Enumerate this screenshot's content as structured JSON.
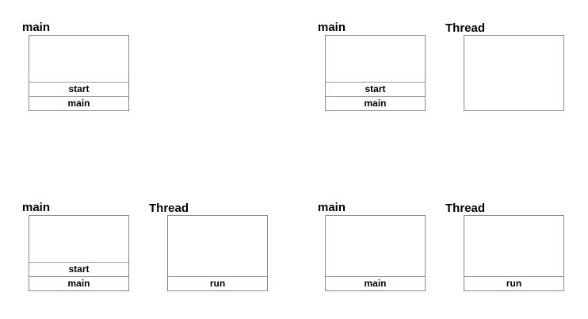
{
  "diagram": {
    "panels": [
      {
        "stacks": [
          {
            "label": "main",
            "frames": [
              "main",
              "start"
            ]
          }
        ]
      },
      {
        "stacks": [
          {
            "label": "main",
            "frames": [
              "main",
              "start"
            ]
          },
          {
            "label": "Thread",
            "frames": []
          }
        ]
      },
      {
        "stacks": [
          {
            "label": "main",
            "frames": [
              "main",
              "start"
            ]
          },
          {
            "label": "Thread",
            "frames": [
              "run"
            ]
          }
        ]
      },
      {
        "stacks": [
          {
            "label": "main",
            "frames": [
              "main"
            ]
          },
          {
            "label": "Thread",
            "frames": [
              "run"
            ]
          }
        ]
      }
    ]
  }
}
